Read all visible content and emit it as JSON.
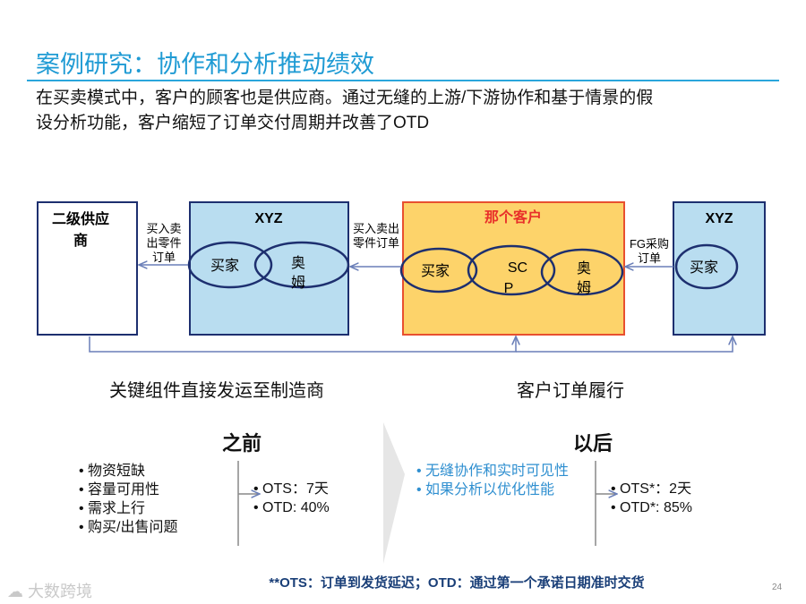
{
  "slide": {
    "title": "案例研究：协作和分析推动绩效",
    "subtitle_lines": [
      "在买卖模式中，客户的顾客也是供应商。通过无缝的上游/下游协作和基于情景的假",
      "设分析功能，客户缩短了订单交付周期并改善了OTD"
    ],
    "page_number": "24",
    "footnote": "**OTS：订单到发货延迟；OTD：通过第一个承诺日期准时交货",
    "watermark": "大数跨境"
  },
  "diagram": {
    "supplier_box": {
      "label_lines": [
        "二级供应",
        "商"
      ]
    },
    "xyz_left": {
      "label": "XYZ",
      "buyer": "买家",
      "oem_lines": [
        "奥",
        "姆"
      ]
    },
    "customer_box": {
      "label": "那个客户",
      "buyer": "买家",
      "scp_lines": [
        "SC",
        "P"
      ],
      "oem_lines": [
        "奥",
        "姆"
      ]
    },
    "xyz_right": {
      "label": "XYZ",
      "buyer": "买家"
    },
    "arrow_labels": {
      "to_supplier": [
        "买入卖",
        "出零件",
        "订单"
      ],
      "to_xyz": [
        "买入卖出",
        "零件订单"
      ],
      "fg_po": [
        "FG采购",
        "订单"
      ]
    },
    "colors": {
      "box_fill": "#b9ddf0",
      "customer_fill": "#fdd36a",
      "customer_border": "#e8502f",
      "customer_label": "#e8302a",
      "ellipse_stroke": "#1d2f6f",
      "arrow": "#6a7fb8"
    }
  },
  "captions": {
    "left": "关键组件直接发运至制造商",
    "right": "客户订单履行"
  },
  "before": {
    "heading": "之前",
    "issues": [
      "物资短缺",
      "容量可用性",
      "需求上行",
      "购买/出售问题"
    ],
    "metrics": [
      "OTS：7天",
      "OTD: 40%"
    ]
  },
  "after": {
    "heading": "以后",
    "improvements": [
      "无缝协作和实时可见性",
      "如果分析以优化性能"
    ],
    "metrics": [
      "OTS*：2天",
      "OTD*: 85%"
    ]
  }
}
